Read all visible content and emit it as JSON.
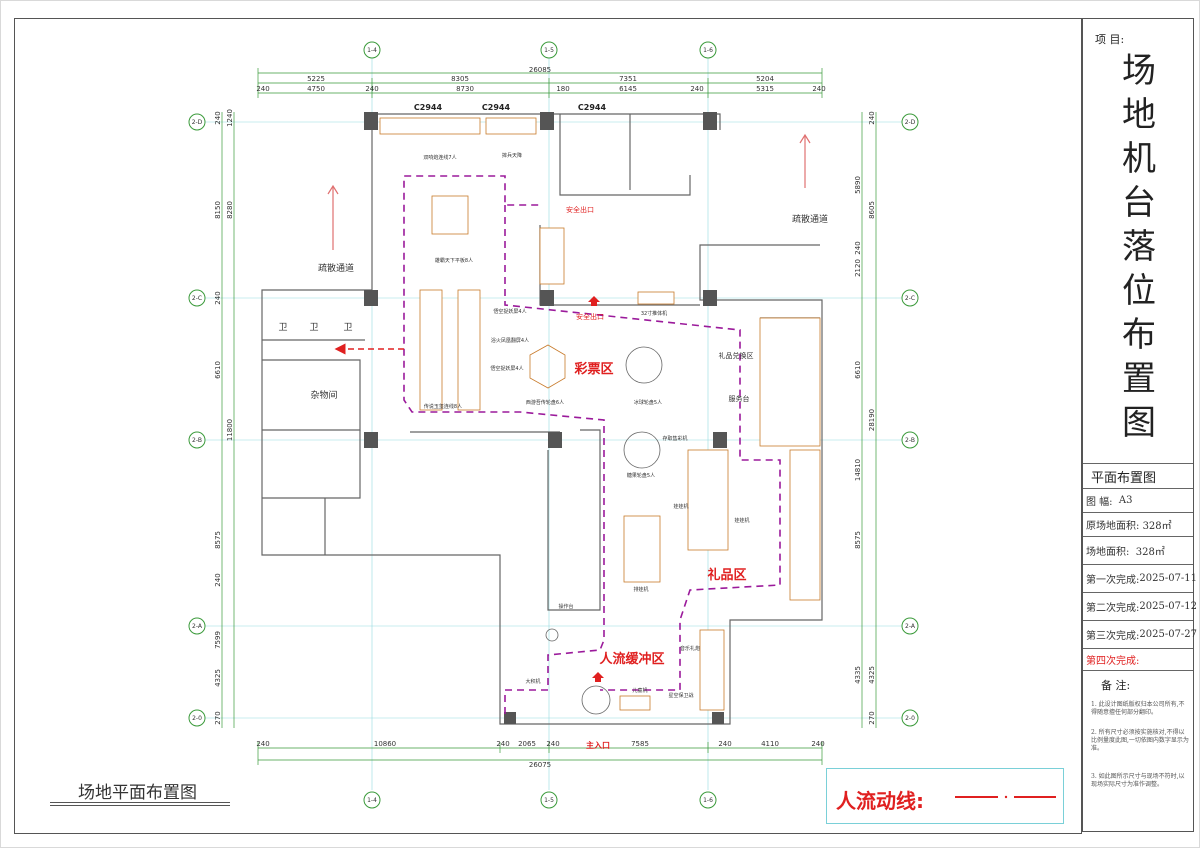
{
  "titleblock": {
    "project_label": "项 目:",
    "title_chars": [
      "场",
      "地",
      "机",
      "台",
      "落",
      "位",
      "布",
      "置",
      "图"
    ],
    "sheet_name": "平面布置图",
    "rows": [
      {
        "label": "图 幅:",
        "value": "A3"
      },
      {
        "label": "原场地面积:",
        "value": "328㎡"
      },
      {
        "label": "场地面积:",
        "value": "328㎡"
      },
      {
        "label": "第一次完成:",
        "value": "2025-07-11"
      },
      {
        "label": "第二次完成:",
        "value": "2025-07-12"
      },
      {
        "label": "第三次完成:",
        "value": "2025-07-27"
      },
      {
        "label": "第四次完成:",
        "value": ""
      }
    ],
    "notes_label": "备 注:",
    "notes": [
      "1. 此设计图纸版权归本公司所有,不得随意擅任何部分翻印。",
      "2. 所有尺寸必须按实施核对,不得以比例量度此图,一切依图内数字显示为准。",
      "3. 如此图所示尺寸与现场不符时,以现场实际尺寸为准作调整。"
    ]
  },
  "sheet_title": "场地平面布置图",
  "legend": {
    "label": "人流动线:"
  },
  "axes": {
    "columns": [
      "1-4",
      "1-5",
      "1-6"
    ],
    "rows": [
      "2-D",
      "2-C",
      "2-B",
      "2-A",
      "2-0"
    ]
  },
  "dimensions": {
    "top_total": "26085",
    "top_row1": [
      "5225",
      "8305",
      "7351",
      "5204"
    ],
    "top_row2": [
      "240",
      "4750",
      "240",
      "8730",
      "180",
      "6145",
      "240",
      "5315",
      "240"
    ],
    "bottom_row1": [
      "240",
      "10860",
      "240",
      "2065",
      "240",
      "7585",
      "240",
      "4110",
      "240"
    ],
    "bottom_total": "26075",
    "left_outer": [
      "240",
      "8150",
      "240",
      "6610",
      "11800",
      "8575",
      "240",
      "7599",
      "4325",
      "270"
    ],
    "left_inner": [
      "8280",
      "1240"
    ],
    "right_inner": [
      "5890",
      "8605",
      "2120",
      "6610",
      "14810",
      "8575",
      "4335",
      "240"
    ],
    "right_outer": [
      "240",
      "28190",
      "4325",
      "270"
    ]
  },
  "labels": {
    "c_top1": "C2944",
    "c_top2": "C2944",
    "c_top3": "C2944",
    "machine_a": "双响炮连线7人",
    "machine_b": "摔兵天降",
    "machine_c": "雄霸天下平板8人",
    "machine_d": "悟空捉妖屏4人",
    "machine_e": "浴火凤凰翻屏4人",
    "machine_f": "悟空捉妖屏4人",
    "machine_g": "传说玉玺连线8人",
    "machine_h": "西游吾传轮盘6人",
    "machine_i": "冰球轮盘5人",
    "machine_j": "糖果轮盘5人",
    "machine_k": "存取售彩机",
    "machine_l": "娃娃机",
    "machine_m": "娃娃机",
    "machine_n": "排娃机",
    "machine_o": "32寸推体机",
    "machine_p": "儿童机",
    "machine_q": "星空保卫战",
    "machine_r": "音乐礼炮",
    "machine_s": "大积机",
    "machine_t": "操作台",
    "safety_exit_1": "安全出口",
    "safety_exit_2": "安全出口",
    "evac_1": "疏散通道",
    "evac_2": "疏散通道",
    "storage": "杂物间",
    "wc": "卫",
    "zone_lottery": "彩票区",
    "zone_gift": "礼品区",
    "zone_buffer": "人流缓冲区",
    "gift_exchange": "礼品兑换区",
    "service_desk": "服务台",
    "main_entrance": "主入口"
  },
  "colors": {
    "flow_line": "#9b1a9b",
    "red_text": "#e02020",
    "dimension": "#3a9a3a",
    "column": "#444444",
    "axis": "#3a9a3a"
  }
}
